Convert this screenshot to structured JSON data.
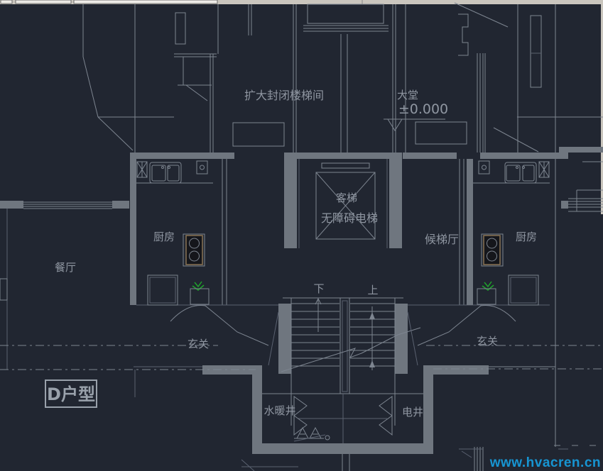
{
  "labels": {
    "stairwell": "扩大封闭楼梯间",
    "lobby": "大堂",
    "elevation": "±0.000",
    "elevator": "客梯",
    "accessible_elevator": "无障碍电梯",
    "kitchen_left": "厨房",
    "kitchen_right": "厨房",
    "dining": "餐厅",
    "waiting_hall": "候梯厅",
    "entry_left": "玄关",
    "entry_right": "玄关",
    "down": "下",
    "up": "上",
    "plumbing_shaft": "水暖井",
    "electrical_shaft": "电井",
    "unit_label": "D户型",
    "watermark": "www.hvacren.cn"
  },
  "colors": {
    "bg": "#212631",
    "wall": "#6f767f",
    "line": "#7d8590",
    "dimline": "#5a6170",
    "text": "#8f96a1",
    "plant": "#1fa32b",
    "stove": "#8a7354",
    "wm": "#1795d2",
    "chrome": "#cac6be",
    "chrome-light": "#eceae5"
  }
}
